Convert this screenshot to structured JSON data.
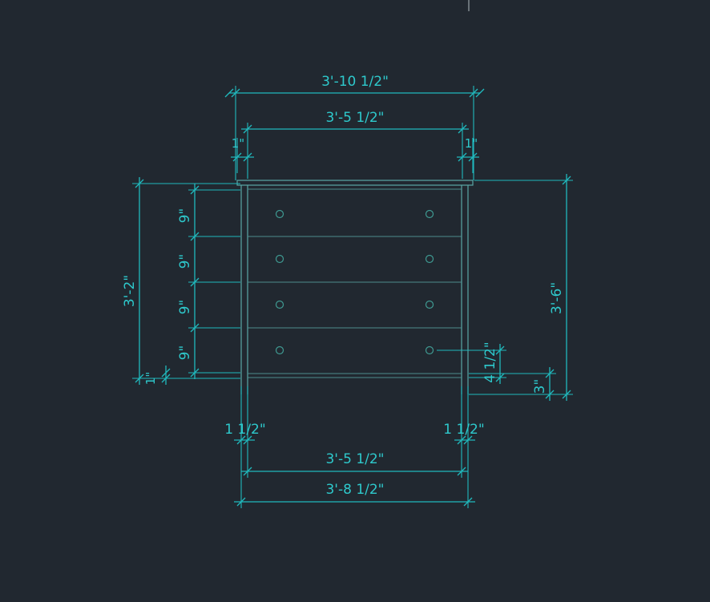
{
  "dimensions": {
    "top_overall_width": "3'-10 1/2\"",
    "top_inner_width": "3'-5 1/2\"",
    "top_left_offset": "1\"",
    "top_right_offset": "1\"",
    "left_overall_height": "3'-2\"",
    "drawer_heights": [
      "9\"",
      "9\"",
      "9\"",
      "9\""
    ],
    "left_bottom_offset": "1\"",
    "right_overall_height": "3'-6\"",
    "knob_height": "4 1/2\"",
    "base_height": "3\"",
    "bottom_left_leg": "1 1/2\"",
    "bottom_right_leg": "1 1/2\"",
    "bottom_inner_width": "3'-5 1/2\"",
    "bottom_overall_width": "3'-8 1/2\""
  },
  "colors": {
    "background": "#212830",
    "dimension": "#20b9bd",
    "object": "#5aa7a6"
  }
}
